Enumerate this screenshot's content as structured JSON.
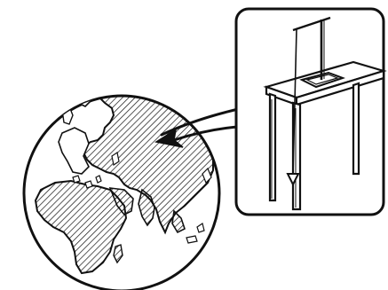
{
  "figure": {
    "globe": {
      "region": "Eurasia",
      "shading": "hatched"
    },
    "inset": {
      "contents": "pendulum-on-table"
    },
    "colors": {
      "ink": "#111111",
      "paper": "#ffffff"
    }
  }
}
